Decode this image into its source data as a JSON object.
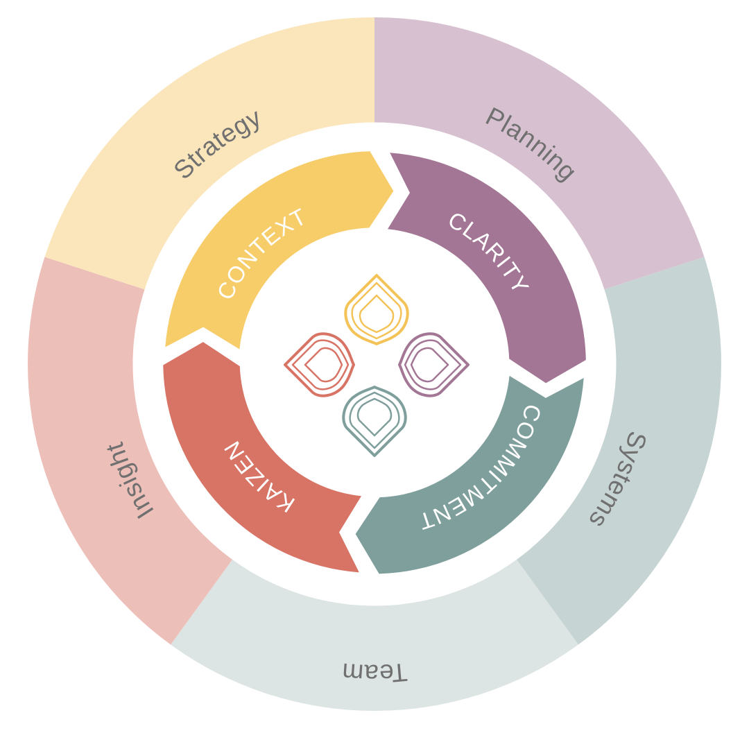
{
  "outer_ring": {
    "segments": [
      {
        "label": "Planning",
        "color": "#D7C1D0"
      },
      {
        "label": "Systems",
        "color": "#C6D4D3"
      },
      {
        "label": "Team",
        "color": "#DCE5E3"
      },
      {
        "label": "Insight",
        "color": "#EDBFB9"
      },
      {
        "label": "Strategy",
        "color": "#FBE6BB"
      }
    ]
  },
  "inner_ring": {
    "segments": [
      {
        "label": "CLARITY",
        "color": "#A27694"
      },
      {
        "label": "COMMITMENT",
        "color": "#7F9F9C"
      },
      {
        "label": "KAIZEN",
        "color": "#D87466"
      },
      {
        "label": "CONTEXT",
        "color": "#F7CD6A"
      }
    ]
  },
  "center_logo": {
    "icon": "four-petal-logo",
    "petal_colors": [
      "#F4C358",
      "#A27694",
      "#7F9F9C",
      "#D87466"
    ]
  }
}
